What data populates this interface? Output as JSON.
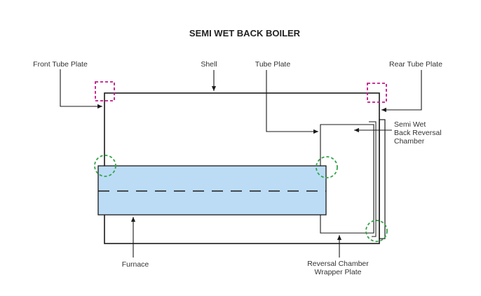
{
  "title": "SEMI WET BACK BOILER",
  "labels": {
    "front_tube_plate": "Front Tube Plate",
    "shell": "Shell",
    "tube_plate": "Tube Plate",
    "rear_tube_plate": "Rear Tube Plate",
    "reversal_chamber": [
      "Semi Wet",
      "Back Reversal",
      "Chamber"
    ],
    "furnace": "Furnace",
    "wrapper_plate": [
      "Reversal Chamber",
      "Wrapper Plate"
    ]
  },
  "colors": {
    "furnace_fill": "#bcdcf5",
    "outline": "#1a1a1a",
    "weld_square": "#c2188b",
    "weld_circle": "#35a24a"
  }
}
